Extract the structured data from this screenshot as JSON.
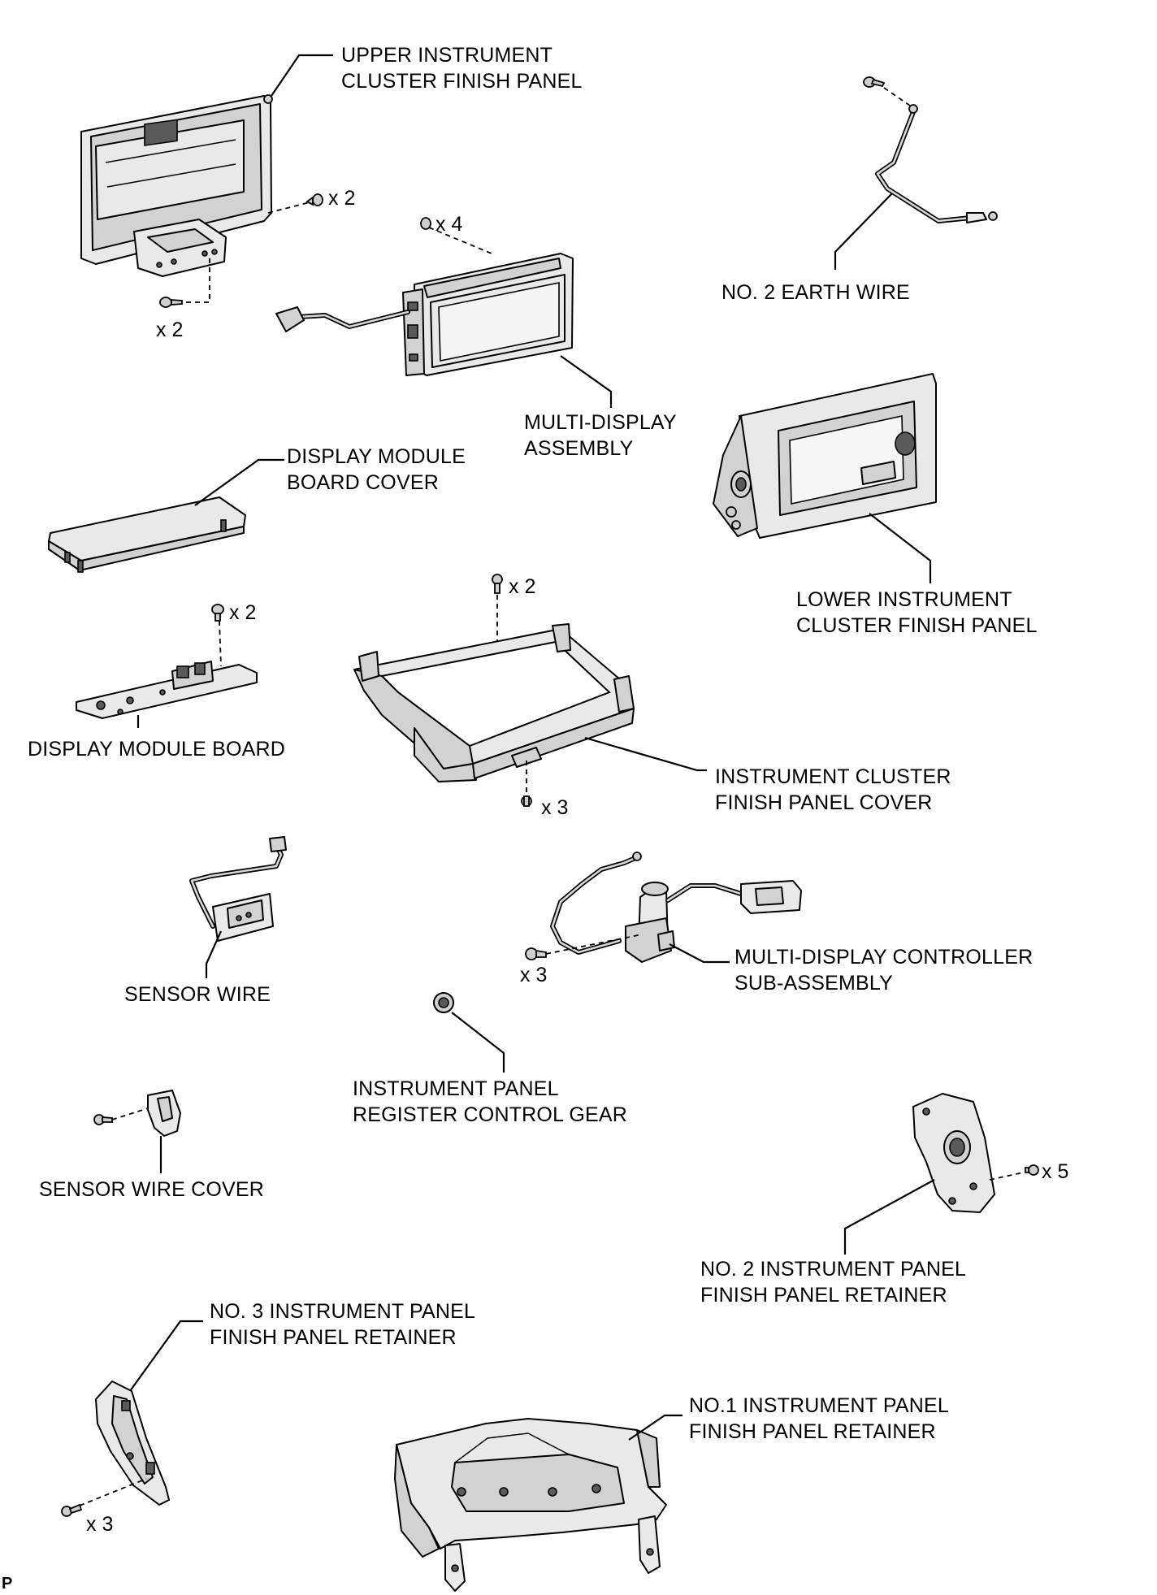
{
  "labels": {
    "upper_finish_panel": [
      "UPPER INSTRUMENT",
      "CLUSTER FINISH PANEL"
    ],
    "no2_earth_wire": [
      "NO. 2 EARTH WIRE"
    ],
    "multi_display_assembly": [
      "MULTI-DISPLAY",
      "ASSEMBLY"
    ],
    "display_module_board_cover": [
      "DISPLAY MODULE",
      "BOARD COVER"
    ],
    "lower_finish_panel": [
      "LOWER INSTRUMENT",
      "CLUSTER FINISH PANEL"
    ],
    "display_module_board": [
      "DISPLAY MODULE BOARD"
    ],
    "finish_panel_cover": [
      "INSTRUMENT CLUSTER",
      "FINISH PANEL COVER"
    ],
    "sensor_wire": [
      "SENSOR WIRE"
    ],
    "multi_display_controller": [
      "MULTI-DISPLAY CONTROLLER",
      "SUB-ASSEMBLY"
    ],
    "register_control_gear": [
      "INSTRUMENT PANEL",
      "REGISTER CONTROL GEAR"
    ],
    "sensor_wire_cover": [
      "SENSOR WIRE COVER"
    ],
    "no2_retainer": [
      "NO. 2 INSTRUMENT PANEL",
      "FINISH PANEL RETAINER"
    ],
    "no3_retainer": [
      "NO. 3 INSTRUMENT PANEL",
      "FINISH PANEL RETAINER"
    ],
    "no1_retainer": [
      "NO.1 INSTRUMENT PANEL",
      "FINISH PANEL RETAINER"
    ]
  },
  "quantities": {
    "upper_panel_side_screws": "x 2",
    "upper_panel_bottom_screws": "x 2",
    "multi_display_screws": "x 4",
    "cover_top_screws": "x 2",
    "board_screws": "x 2",
    "cover_bottom_screws": "x 3",
    "controller_screws": "x 3",
    "no2_retainer_screws": "x 5",
    "no3_retainer_screws": "x 3"
  },
  "corner_mark": "P"
}
